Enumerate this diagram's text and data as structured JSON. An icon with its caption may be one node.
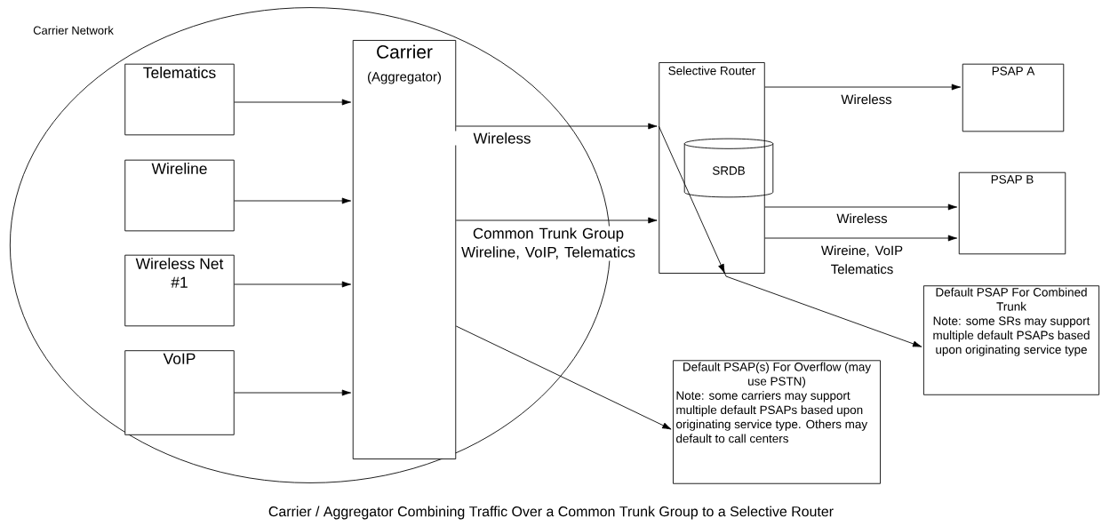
{
  "diagram": {
    "caption": "Carrier / Aggregator Combining Traffic Over a Common Trunk Group to a Selective Router",
    "nodes": [
      {
        "text": [
          "Carrier Network"
        ]
      },
      {
        "text": [
          "Telematics"
        ],
        "in": 0
      },
      {
        "text": [
          "Wireline"
        ],
        "in": 0
      },
      {
        "text": [
          "Wireless Net #1"
        ],
        "in": 0
      },
      {
        "text": [
          "VoIP"
        ],
        "in": 0
      },
      {
        "text": [
          "Carrier",
          "(Aggregator)"
        ],
        "in": 0
      },
      {
        "text": [
          "Selective Router"
        ]
      },
      {
        "text": [
          "SRDB"
        ],
        "in": 6
      },
      {
        "text": [
          "PSAP A"
        ]
      },
      {
        "text": [
          "PSAP B"
        ]
      },
      {
        "text": [
          "Default PSAP For Combined Trunk",
          "Note: some SRs may support multiple default PSAPs based upon originating service type"
        ]
      },
      {
        "text": [
          "Default PSAP(s) For Overflow (may use PSTN)",
          "Note: some carriers may support multiple default PSAPs based upon originating service type. Others may default to call centers"
        ]
      }
    ],
    "edges": [
      {
        "from": 1,
        "to": 5,
        "arrow": "to"
      },
      {
        "from": 2,
        "to": 5,
        "arrow": "to"
      },
      {
        "from": 3,
        "to": 5,
        "arrow": "to"
      },
      {
        "from": 4,
        "to": 5,
        "arrow": "to"
      },
      {
        "from": 5,
        "to": 6,
        "arrow": "to",
        "label": "Wireless"
      },
      {
        "from": 5,
        "to": 6,
        "arrow": "to",
        "label": "Common Trunk Group Wireline, VoIP, Telematics"
      },
      {
        "from": 6,
        "to": 8,
        "arrow": "to",
        "label": "Wireless"
      },
      {
        "from": 6,
        "to": 9,
        "arrow": "to",
        "label": "Wireless"
      },
      {
        "from": 6,
        "to": 9,
        "arrow": "to",
        "label": "Wireine, VoIP Telematics"
      },
      {
        "from": 6,
        "to": 10,
        "arrow": "to"
      },
      {
        "from": 5,
        "to": 11,
        "arrow": "to"
      }
    ]
  }
}
